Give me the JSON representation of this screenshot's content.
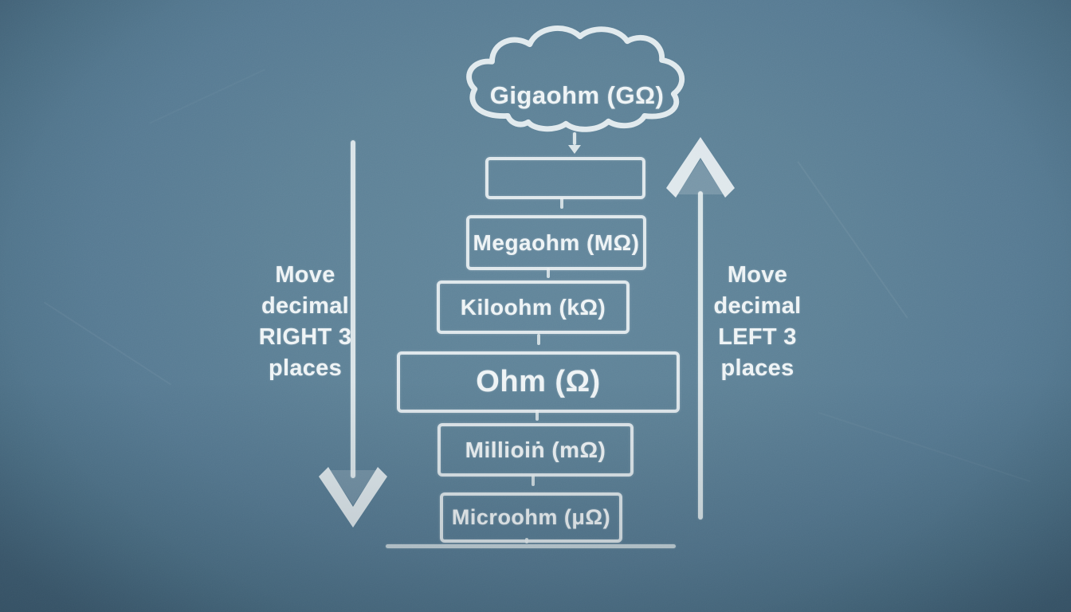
{
  "theme": {
    "background_center": "#5e8399",
    "background_edge": "#3f6077",
    "chalk": "#eef3f5"
  },
  "diagram": {
    "cloud_label": "Gigaohm (GΩ)",
    "boxes": [
      {
        "label": ""
      },
      {
        "label": "Megaohm (MΩ)"
      },
      {
        "label": "Kiloohm (kΩ)"
      },
      {
        "label": "Ohm (Ω)"
      },
      {
        "label": "Millioiṅ (mΩ)"
      },
      {
        "label": "Microohm (μΩ)"
      }
    ],
    "left_annotation": {
      "direction": "down",
      "lines": [
        "Move",
        "decimal",
        "RIGHT 3",
        "places"
      ]
    },
    "right_annotation": {
      "direction": "up",
      "lines": [
        "Move",
        "decimal",
        "LEFT 3",
        "places"
      ]
    }
  }
}
